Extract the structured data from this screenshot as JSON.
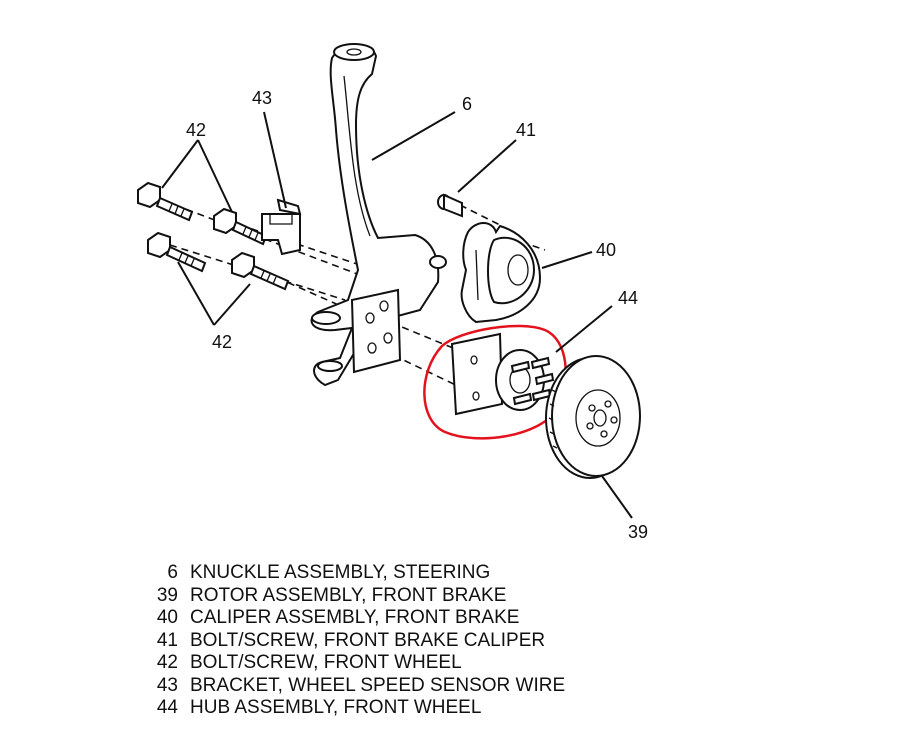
{
  "callouts": {
    "c6": "6",
    "c39": "39",
    "c40": "40",
    "c41": "41",
    "c42a": "42",
    "c42b": "42",
    "c43": "43",
    "c44": "44"
  },
  "highlight_color": "#e3121c",
  "legend": [
    {
      "number": "6",
      "text": "KNUCKLE ASSEMBLY, STEERING"
    },
    {
      "number": "39",
      "text": "ROTOR ASSEMBLY, FRONT BRAKE"
    },
    {
      "number": "40",
      "text": "CALIPER ASSEMBLY, FRONT BRAKE"
    },
    {
      "number": "41",
      "text": "BOLT/SCREW, FRONT BRAKE CALIPER"
    },
    {
      "number": "42",
      "text": "BOLT/SCREW, FRONT WHEEL"
    },
    {
      "number": "43",
      "text": "BRACKET, WHEEL SPEED SENSOR WIRE"
    },
    {
      "number": "44",
      "text": "HUB ASSEMBLY, FRONT WHEEL"
    }
  ]
}
